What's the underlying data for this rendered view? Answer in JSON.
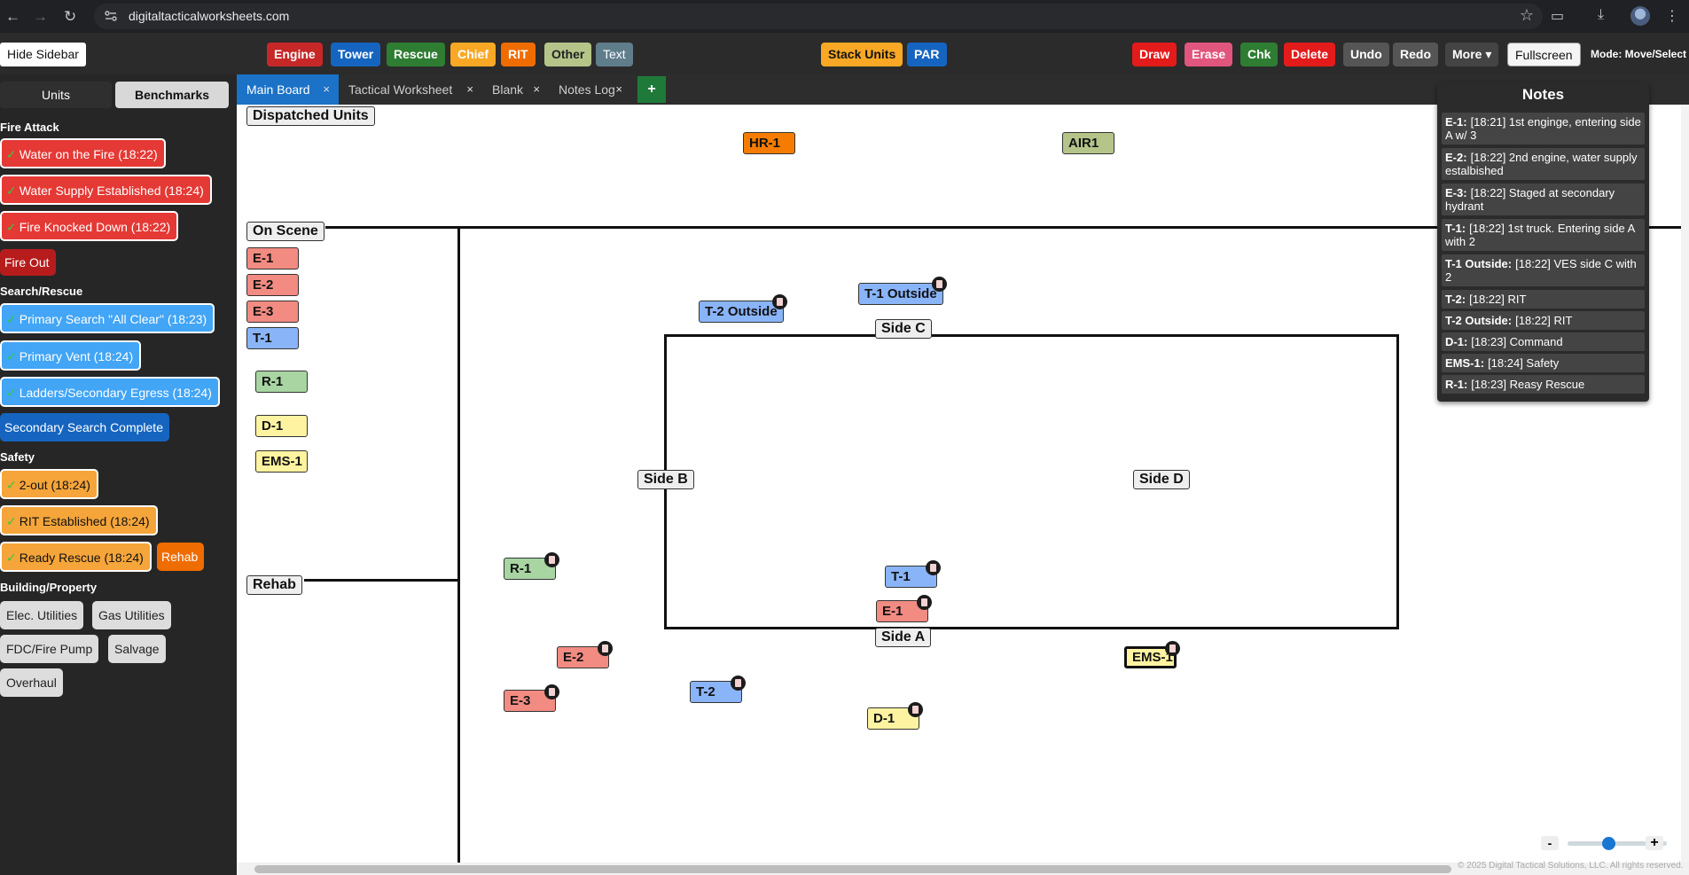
{
  "browser": {
    "url": "digitaltacticalworksheets.com"
  },
  "toolbar": {
    "hide_sidebar": "Hide Sidebar",
    "unit_buttons": [
      {
        "label": "Engine",
        "color": "#c62828"
      },
      {
        "label": "Tower",
        "color": "#1565c0"
      },
      {
        "label": "Rescue",
        "color": "#2e7d32"
      },
      {
        "label": "Chief",
        "color": "#f9a825"
      },
      {
        "label": "RIT",
        "color": "#ef6c00"
      },
      {
        "label": "Other",
        "color": "#b5c58a"
      },
      {
        "label": "Text",
        "color": "#607d8b"
      }
    ],
    "stack_units": "Stack Units",
    "par": "PAR",
    "actions": [
      {
        "label": "Draw",
        "color": "#e31b1b"
      },
      {
        "label": "Erase",
        "color": "#e0567d"
      },
      {
        "label": "Chk",
        "color": "#2e7d32"
      },
      {
        "label": "Delete",
        "color": "#e31b1b"
      },
      {
        "label": "Undo",
        "color": "#555555"
      },
      {
        "label": "Redo",
        "color": "#555555"
      }
    ],
    "more": "More ▾",
    "fullscreen": "Fullscreen",
    "mode": "Mode: Move/Select"
  },
  "sidebar": {
    "tabs": [
      "Units",
      "Benchmarks"
    ],
    "fire_attack_title": "Fire Attack",
    "fire_attack": [
      {
        "label": "Water on the Fire (18:22)",
        "checked": true
      },
      {
        "label": "Water Supply Established (18:24)",
        "checked": true
      },
      {
        "label": "Fire Knocked Down (18:22)",
        "checked": true
      },
      {
        "label": "Fire Out",
        "checked": false
      }
    ],
    "search_rescue_title": "Search/Rescue",
    "search_rescue": [
      {
        "label": "Primary Search \"All Clear\" (18:23)",
        "checked": true
      },
      {
        "label": "Primary Vent (18:24)",
        "checked": true
      },
      {
        "label": "Ladders/Secondary Egress (18:24)",
        "checked": true
      },
      {
        "label": "Secondary Search Complete",
        "checked": false
      }
    ],
    "safety_title": "Safety",
    "safety": [
      {
        "label": "2-out (18:24)",
        "checked": true
      },
      {
        "label": "RIT Established (18:24)",
        "checked": true
      },
      {
        "label": "Ready Rescue (18:24)",
        "checked": true
      }
    ],
    "rehab": "Rehab",
    "building_title": "Building/Property",
    "building": [
      "Elec. Utilities",
      "Gas Utilities",
      "FDC/Fire Pump",
      "Salvage",
      "Overhaul"
    ]
  },
  "tabs": [
    {
      "label": "Main Board",
      "active": true
    },
    {
      "label": "Tactical Worksheet",
      "active": false
    },
    {
      "label": "Blank",
      "active": false
    },
    {
      "label": "Notes Log",
      "active": false
    }
  ],
  "tab_close": "×",
  "add_tab": "+",
  "board": {
    "dispatched_units": "Dispatched Units",
    "on_scene": "On Scene",
    "rehab": "Rehab",
    "sides": {
      "a": "Side A",
      "b": "Side B",
      "c": "Side C",
      "d": "Side D"
    },
    "dispatched": [
      {
        "label": "HR-1",
        "color": "#f57c00"
      },
      {
        "label": "AIR1",
        "color": "#b5c58a"
      }
    ],
    "staged": [
      {
        "label": "E-1",
        "color": "#f28b82"
      },
      {
        "label": "E-2",
        "color": "#f28b82"
      },
      {
        "label": "E-3",
        "color": "#f28b82"
      },
      {
        "label": "T-1",
        "color": "#8ab4f8"
      },
      {
        "label": "R-1",
        "color": "#a8d5a2"
      },
      {
        "label": "D-1",
        "color": "#fdf3a1"
      },
      {
        "label": "EMS-1",
        "color": "#fdf3a1"
      }
    ],
    "placed": [
      {
        "label": "T-2 Outside",
        "color": "#8ab4f8"
      },
      {
        "label": "T-1 Outside",
        "color": "#8ab4f8"
      },
      {
        "label": "R-1",
        "color": "#a8d5a2"
      },
      {
        "label": "T-1",
        "color": "#8ab4f8"
      },
      {
        "label": "E-1",
        "color": "#f28b82"
      },
      {
        "label": "E-2",
        "color": "#f28b82"
      },
      {
        "label": "EMS-1",
        "color": "#fdf3a1"
      },
      {
        "label": "T-2",
        "color": "#8ab4f8"
      },
      {
        "label": "E-3",
        "color": "#f28b82"
      },
      {
        "label": "D-1",
        "color": "#fdf3a1"
      }
    ]
  },
  "notes": {
    "title": "Notes",
    "items": [
      {
        "unit": "E-1:",
        "text": "[18:21] 1st enginge, entering side A w/ 3"
      },
      {
        "unit": "E-2:",
        "text": "[18:22] 2nd engine, water supply estalbished"
      },
      {
        "unit": "E-3:",
        "text": "[18:22] Staged at secondary hydrant"
      },
      {
        "unit": "T-1:",
        "text": "[18:22] 1st truck. Entering side A with 2"
      },
      {
        "unit": "T-1 Outside:",
        "text": "[18:22] VES side C with 2"
      },
      {
        "unit": "T-2:",
        "text": "[18:22] RIT"
      },
      {
        "unit": "T-2 Outside:",
        "text": "[18:22] RIT"
      },
      {
        "unit": "D-1:",
        "text": "[18:23] Command"
      },
      {
        "unit": "EMS-1:",
        "text": "[18:24] Safety"
      },
      {
        "unit": "R-1:",
        "text": "[18:23] Reasy Rescue"
      }
    ]
  },
  "zoom": {
    "minus": "-",
    "plus": "+",
    "value": 0.4
  },
  "copyright": "© 2025 Digital Tactical Solutions, LLC. All rights reserved."
}
